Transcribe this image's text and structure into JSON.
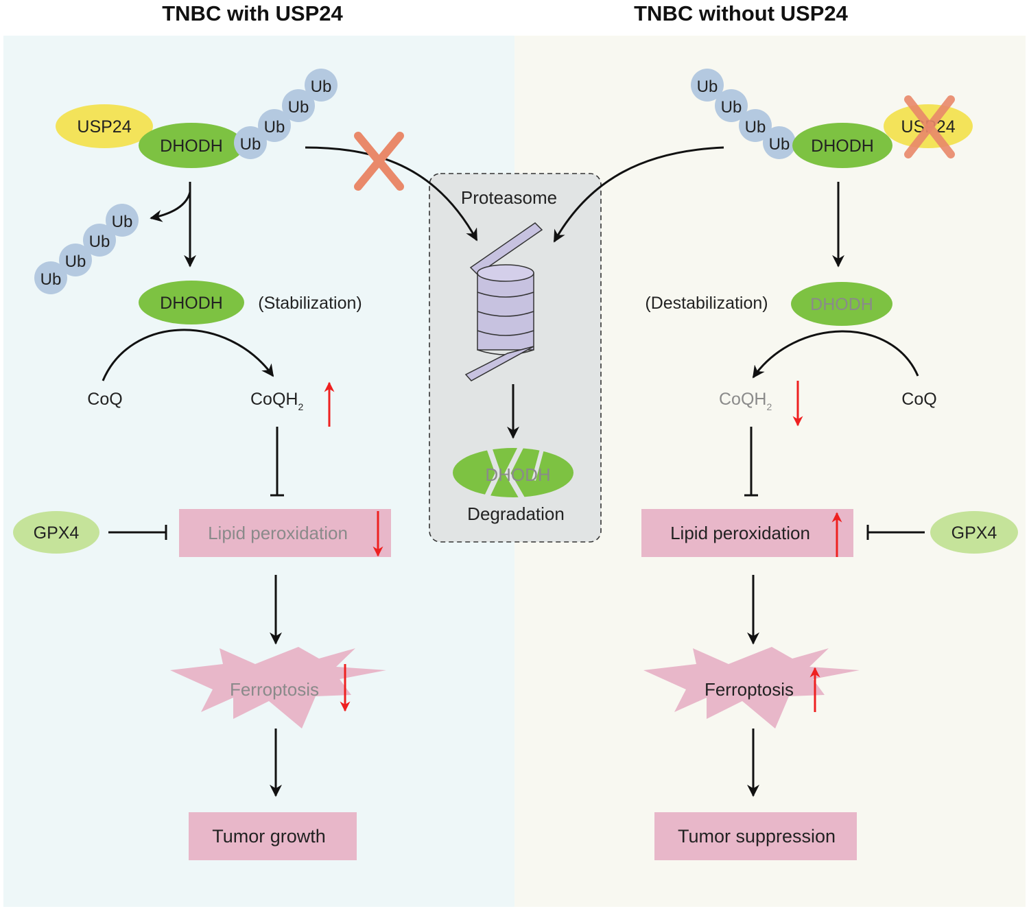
{
  "left_panel": {
    "title": "TNBC with USP24",
    "usp24": "USP24",
    "dhodh_top": "DHODH",
    "ub": "Ub",
    "dhodh_mid": "DHODH",
    "stabilization": "(Stabilization)",
    "coq": "CoQ",
    "coqh": "CoQH",
    "coqh_sub": "2",
    "gpx4": "GPX4",
    "lipid": "Lipid peroxidation",
    "ferroptosis": "Ferroptosis",
    "outcome": "Tumor growth"
  },
  "center": {
    "proteasome": "Proteasome",
    "dhodh": "DHODH",
    "degradation": "Degradation"
  },
  "right_panel": {
    "title": "TNBC without USP24",
    "usp24": "USP24",
    "dhodh_top": "DHODH",
    "ub": "Ub",
    "dhodh_mid": "DHODH",
    "destabilization": "(Destabilization)",
    "coq": "CoQ",
    "coqh": "CoQH",
    "coqh_sub": "2",
    "gpx4": "GPX4",
    "lipid": "Lipid peroxidation",
    "ferroptosis": "Ferroptosis",
    "outcome": "Tumor suppression"
  },
  "colors": {
    "left_bg": "#eef7f8",
    "right_bg": "#f8f8f1",
    "proteasome_box": "#e1e4e4",
    "dhodh_green": "#7dc242",
    "usp24_yellow": "#f3e35a",
    "ub_blue": "#b4c9e0",
    "gpx4_green": "#c5e39a",
    "pink_box": "#e8b7c9",
    "cross_orange": "#e9896a",
    "red_arrow": "#ee2020",
    "proteasome_purple": "#c7c2e0"
  }
}
